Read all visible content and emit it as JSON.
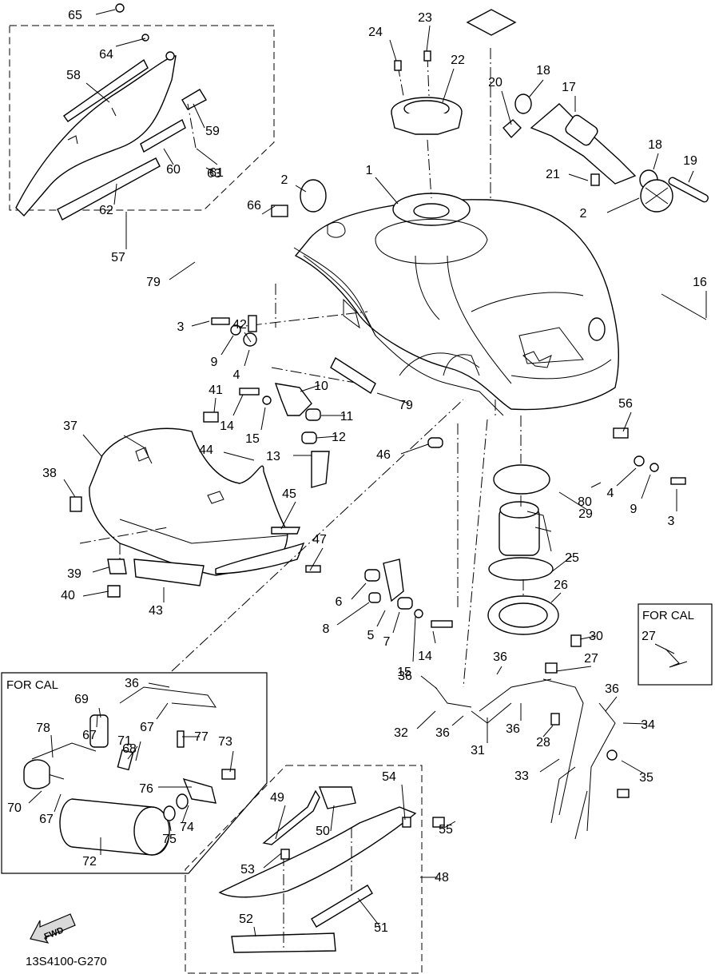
{
  "diagram": {
    "code": "13S4100-G270",
    "fwd_label": "FWD",
    "for_cal_labels": [
      "FOR CAL",
      "FOR CAL"
    ],
    "part_numbers": [
      "1",
      "2",
      "2",
      "3",
      "3",
      "4",
      "4",
      "5",
      "6",
      "7",
      "8",
      "9",
      "9",
      "10",
      "11",
      "12",
      "13",
      "14",
      "14",
      "15",
      "15",
      "16",
      "17",
      "18",
      "18",
      "19",
      "20",
      "21",
      "22",
      "23",
      "24",
      "25",
      "26",
      "27",
      "27",
      "28",
      "29",
      "30",
      "31",
      "32",
      "33",
      "34",
      "35",
      "36",
      "36",
      "36",
      "36",
      "36",
      "36",
      "37",
      "38",
      "39",
      "40",
      "41",
      "42",
      "43",
      "44",
      "45",
      "46",
      "47",
      "48",
      "49",
      "50",
      "51",
      "52",
      "53",
      "54",
      "55",
      "56",
      "57",
      "58",
      "59",
      "60",
      "61",
      "62",
      "63",
      "64",
      "65",
      "66",
      "67",
      "67",
      "67",
      "68",
      "69",
      "70",
      "71",
      "72",
      "73",
      "74",
      "75",
      "76",
      "77",
      "78",
      "79",
      "79",
      "80"
    ]
  }
}
